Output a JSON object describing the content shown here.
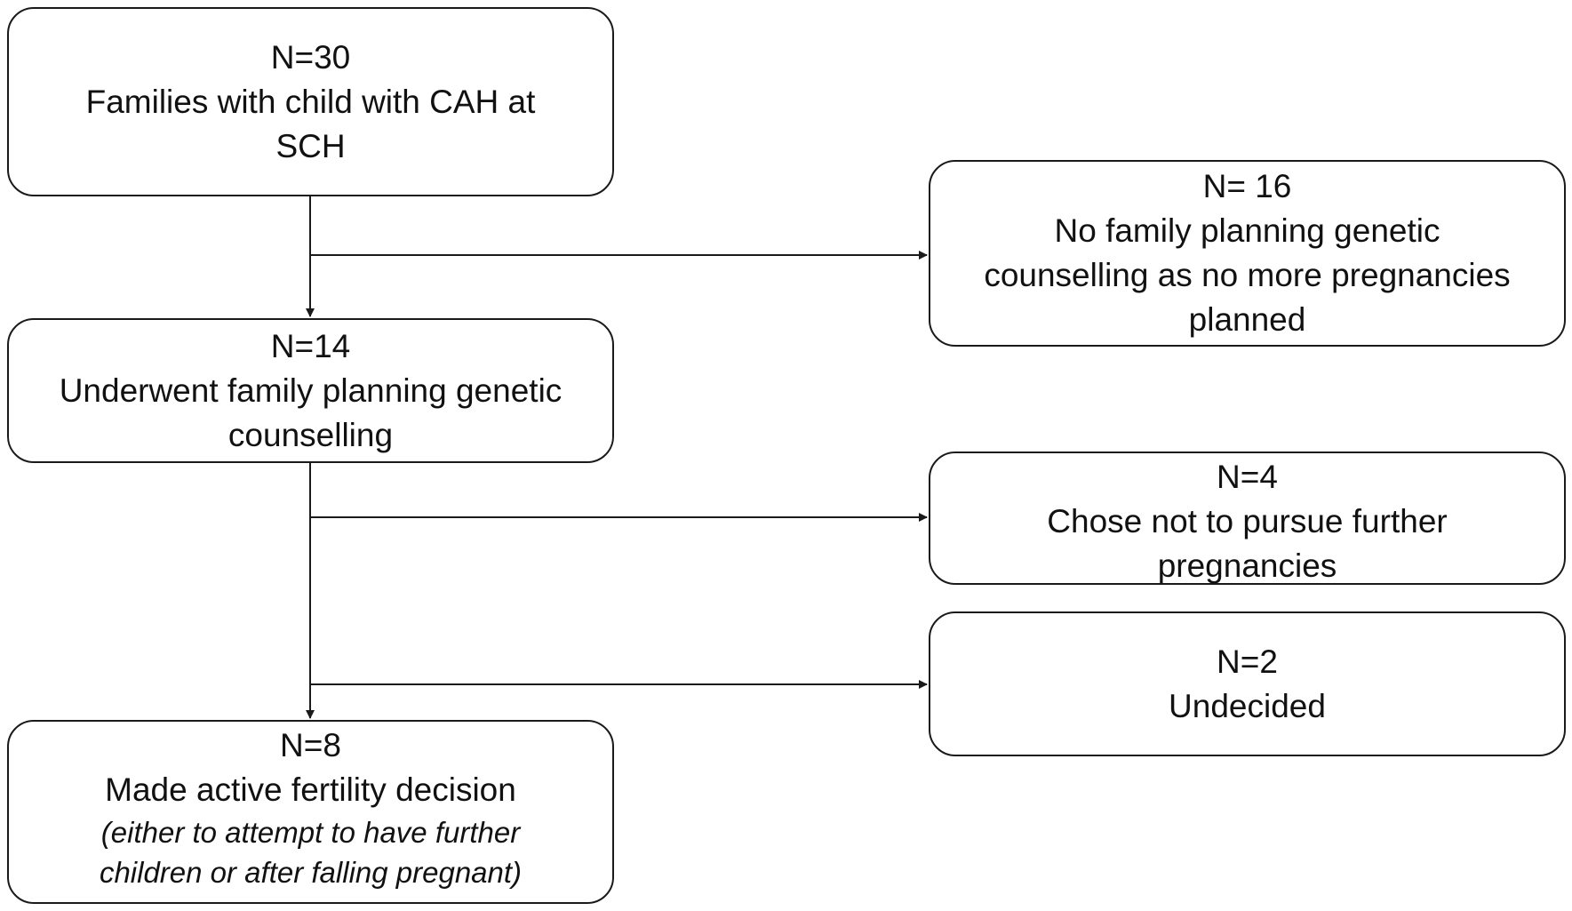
{
  "boxes": {
    "n30": {
      "count": "N=30",
      "lines": [
        "Families with child with CAH at",
        "SCH"
      ]
    },
    "n16": {
      "count": "N= 16",
      "lines": [
        "No family planning genetic",
        "counselling as no more pregnancies",
        "planned"
      ]
    },
    "n14": {
      "count": "N=14",
      "lines": [
        "Underwent family planning genetic",
        "counselling"
      ]
    },
    "n4": {
      "count": "N=4",
      "lines": [
        "Chose not to pursue further",
        "pregnancies"
      ]
    },
    "n2": {
      "count": "N=2",
      "lines": [
        "Undecided"
      ]
    },
    "n8": {
      "count": "N=8",
      "lines": [
        "Made active fertility decision"
      ],
      "note_lines": [
        "(either to attempt to have further",
        "children or after falling pregnant)"
      ]
    }
  }
}
